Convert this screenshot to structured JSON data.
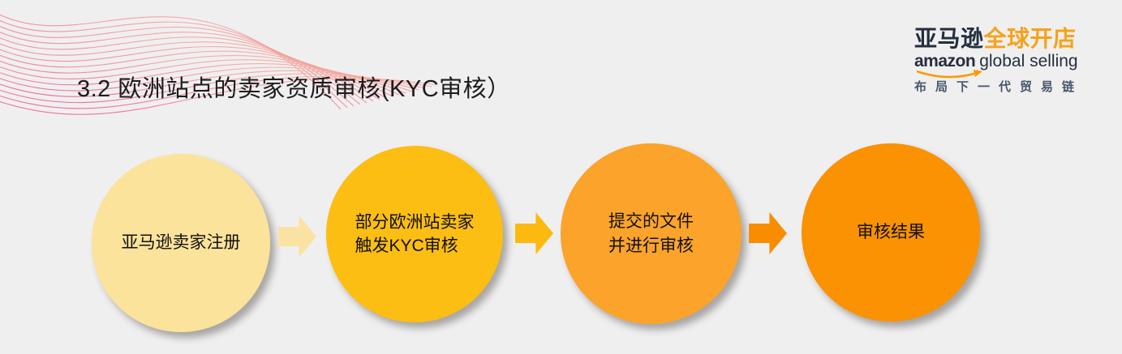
{
  "slide": {
    "background": "#f0eff0",
    "title": "3.2 欧洲站点的卖家资质审核(KYC审核）"
  },
  "logo": {
    "cn_dark": "亚马逊",
    "cn_orange": "全球开店",
    "en_bold": "amazon",
    "en_regular": "global selling",
    "tagline": "布局下一代贸易链",
    "navy": "#232f3e",
    "tagline_color": "#47566b",
    "orange": "#f7a21a",
    "smile_orange": "#ff9900"
  },
  "flow": {
    "steps": [
      {
        "lines": [
          "亚马逊卖家注册"
        ],
        "color": "#fbe39c"
      },
      {
        "lines": [
          "部分欧洲站卖家",
          "触发KYC审核"
        ],
        "color": "#fcbe13"
      },
      {
        "lines": [
          "提交的文件",
          "并进行审核"
        ],
        "color": "#fba32a"
      },
      {
        "lines": [
          "审核结果"
        ],
        "color": "#fa9203"
      }
    ],
    "arrow_colors": [
      "#fae3a2",
      "#fcba10",
      "#f98d02"
    ]
  },
  "decor": {
    "wave_pink": "#ec4f8a",
    "wave_salmon": "#f6b79e"
  }
}
